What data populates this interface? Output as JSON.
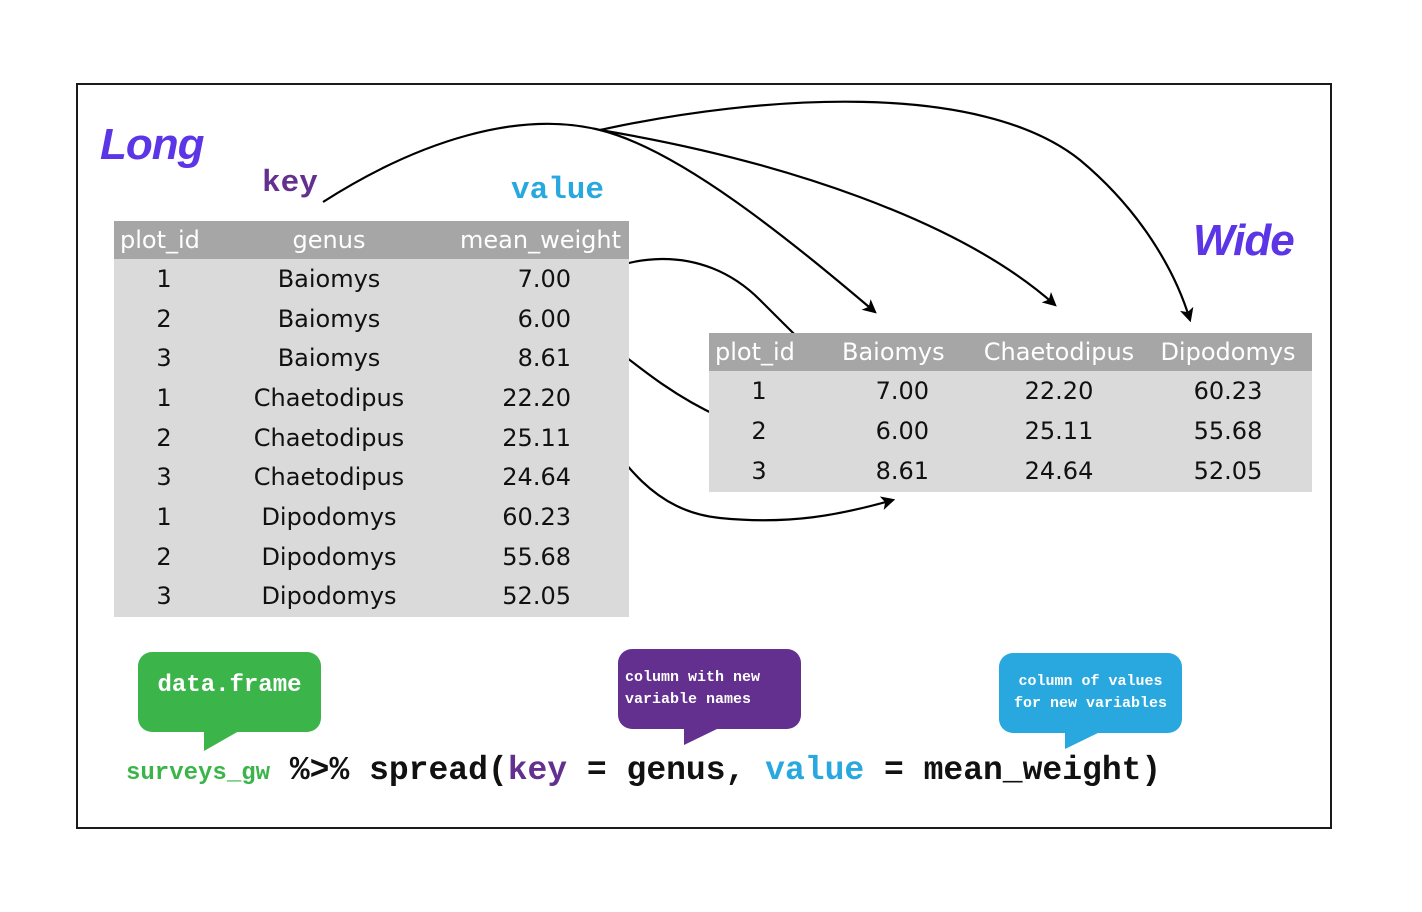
{
  "titles": {
    "long": "Long",
    "wide": "Wide"
  },
  "labels": {
    "key": "key",
    "value": "value"
  },
  "colors": {
    "title": "#5b35e6",
    "key": "#63308f",
    "value": "#29a8e0",
    "dataframe": "#3bb54a",
    "header_bg": "#a6a6a6",
    "body_bg": "#dadada"
  },
  "long_table": {
    "columns": [
      "plot_id",
      "genus",
      "mean_weight"
    ],
    "rows": [
      [
        "1",
        "Baiomys",
        "7.00"
      ],
      [
        "2",
        "Baiomys",
        "6.00"
      ],
      [
        "3",
        "Baiomys",
        "8.61"
      ],
      [
        "1",
        "Chaetodipus",
        "22.20"
      ],
      [
        "2",
        "Chaetodipus",
        "25.11"
      ],
      [
        "3",
        "Chaetodipus",
        "24.64"
      ],
      [
        "1",
        "Dipodomys",
        "60.23"
      ],
      [
        "2",
        "Dipodomys",
        "55.68"
      ],
      [
        "3",
        "Dipodomys",
        "52.05"
      ]
    ]
  },
  "wide_table": {
    "columns": [
      "plot_id",
      "Baiomys",
      "Chaetodipus",
      "Dipodomys"
    ],
    "rows": [
      [
        "1",
        "7.00",
        "22.20",
        "60.23"
      ],
      [
        "2",
        "6.00",
        "25.11",
        "55.68"
      ],
      [
        "3",
        "8.61",
        "24.64",
        "52.05"
      ]
    ]
  },
  "bubbles": {
    "dataframe": "data.frame",
    "key_desc": "column with new variable names",
    "value_desc": "column of values for new variables"
  },
  "command": {
    "df": "surveys_gw",
    "pipe": " %>% ",
    "fn_open": "spread(",
    "key_kw": "key",
    "eq1": " = genus, ",
    "value_kw": "value",
    "eq2": " = mean_weight)"
  }
}
